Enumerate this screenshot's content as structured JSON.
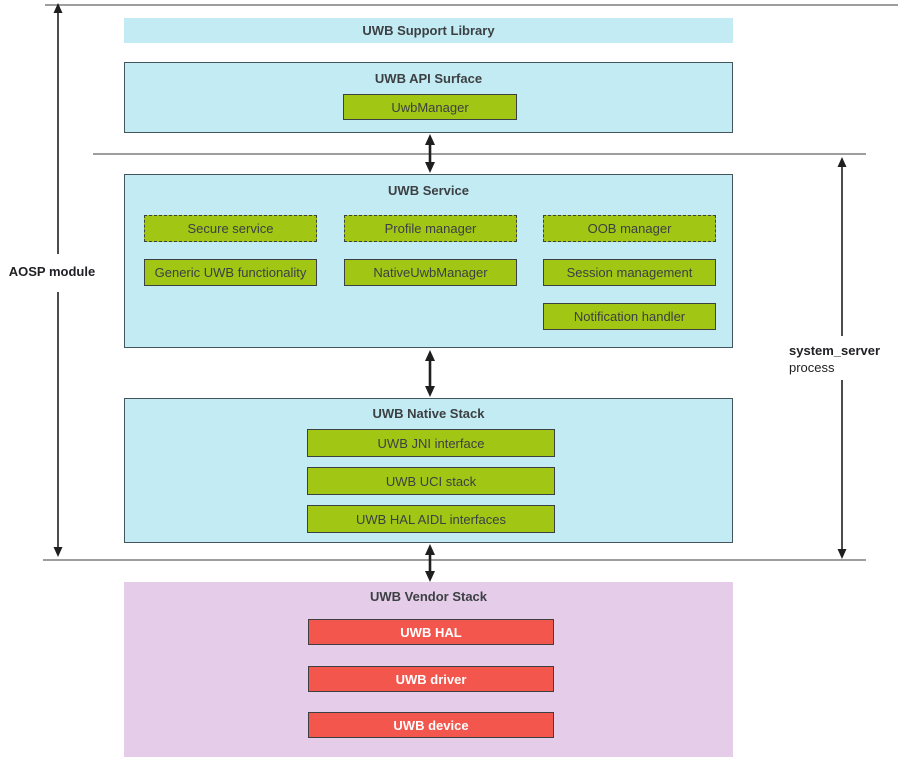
{
  "colors": {
    "cyan": "#c3ebf3",
    "cyan-border": "#43565e",
    "green": "#a2c614",
    "green-border": "#3c4043",
    "red": "#f3564d",
    "red-border": "#3c4043",
    "purple": "#e5cdea",
    "separator": "#9e9e9e",
    "arrow-black": "#1f1f1f",
    "arrow-gray": "#5f6368",
    "text-dark": "#3c4043"
  },
  "labels": {
    "aosp_module": "AOSP module",
    "system_server": "system_server",
    "process": "process"
  },
  "support_library": {
    "title": "UWB Support Library"
  },
  "api_surface": {
    "title": "UWB API Surface",
    "uwb_manager": "UwbManager"
  },
  "service": {
    "title": "UWB Service",
    "planned": [
      "Secure service",
      "Profile manager",
      "OOB manager"
    ],
    "modules": [
      "Generic UWB functionality",
      "NativeUwbManager",
      "Session management",
      "Notification handler"
    ]
  },
  "native_stack": {
    "title": "UWB Native Stack",
    "modules": [
      "UWB JNI interface",
      "UWB UCI stack",
      "UWB HAL AIDL interfaces"
    ]
  },
  "vendor_stack": {
    "title": "UWB Vendor Stack",
    "modules": [
      "UWB HAL",
      "UWB driver",
      "UWB device"
    ]
  }
}
